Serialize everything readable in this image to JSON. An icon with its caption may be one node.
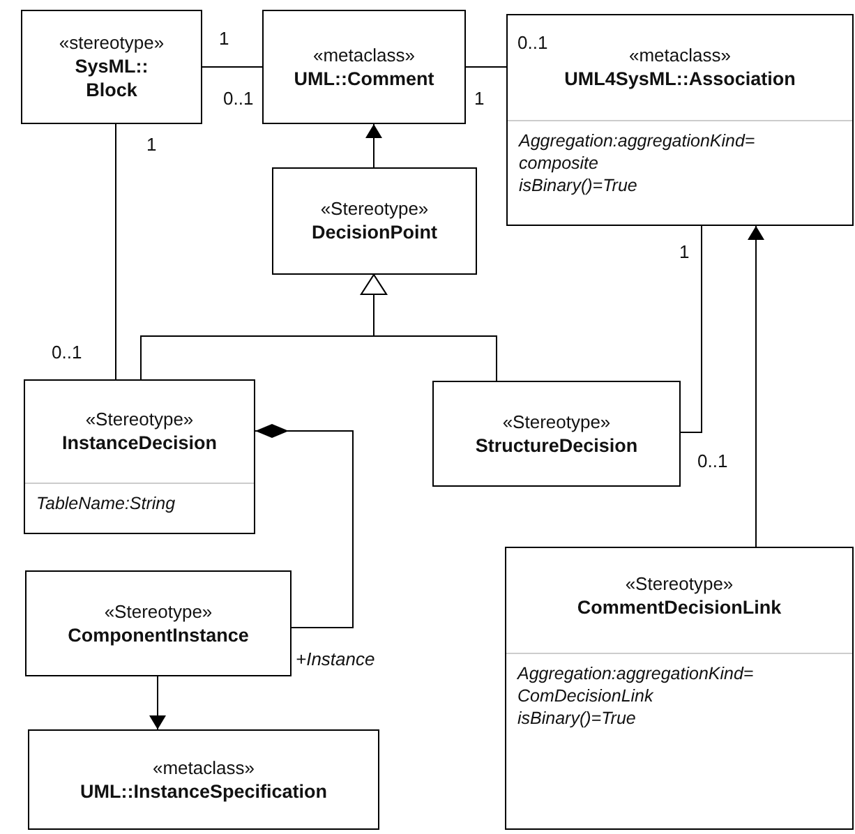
{
  "diagram": {
    "nodes": [
      {
        "text": [
          "«stereotype»",
          "SysML:: Block"
        ]
      },
      {
        "text": [
          "«metaclass»",
          "UML::Comment"
        ]
      },
      {
        "text": [
          "«metaclass»",
          "UML4SysML::Association",
          "Aggregation:aggregationKind= composite",
          "isBinary()=True"
        ]
      },
      {
        "text": [
          "«Stereotype»",
          "DecisionPoint"
        ]
      },
      {
        "text": [
          "«Stereotype»",
          "InstanceDecision",
          "TableName:String"
        ]
      },
      {
        "text": [
          "«Stereotype»",
          "StructureDecision"
        ]
      },
      {
        "text": [
          "«Stereotype»",
          "ComponentInstance"
        ]
      },
      {
        "text": [
          "«metaclass»",
          "UML::InstanceSpecification"
        ]
      },
      {
        "text": [
          "«Stereotype»",
          "CommentDecisionLink",
          "Aggregation:aggregationKind= ComDecisionLink",
          "isBinary()=True"
        ]
      }
    ],
    "edges": [
      {
        "from": 0,
        "to": 1,
        "arrow": "none"
      },
      {
        "from": 1,
        "to": 2,
        "arrow": "none"
      },
      {
        "from": 3,
        "to": 1,
        "arrow": "to"
      },
      {
        "from": 0,
        "to": 4,
        "arrow": "none"
      },
      {
        "from": 4,
        "to": 3,
        "arrow": "to"
      },
      {
        "from": 5,
        "to": 3,
        "arrow": "to"
      },
      {
        "from": 2,
        "to": 5,
        "arrow": "none"
      },
      {
        "from": 8,
        "to": 2,
        "arrow": "to"
      },
      {
        "from": 6,
        "to": 4,
        "arrow": "other"
      },
      {
        "from": 6,
        "to": 7,
        "arrow": "to"
      }
    ],
    "labels": [
      "1",
      "0..1",
      "0..1",
      "1",
      "1",
      "0..1",
      "1",
      "0..1",
      "+Instance"
    ]
  }
}
